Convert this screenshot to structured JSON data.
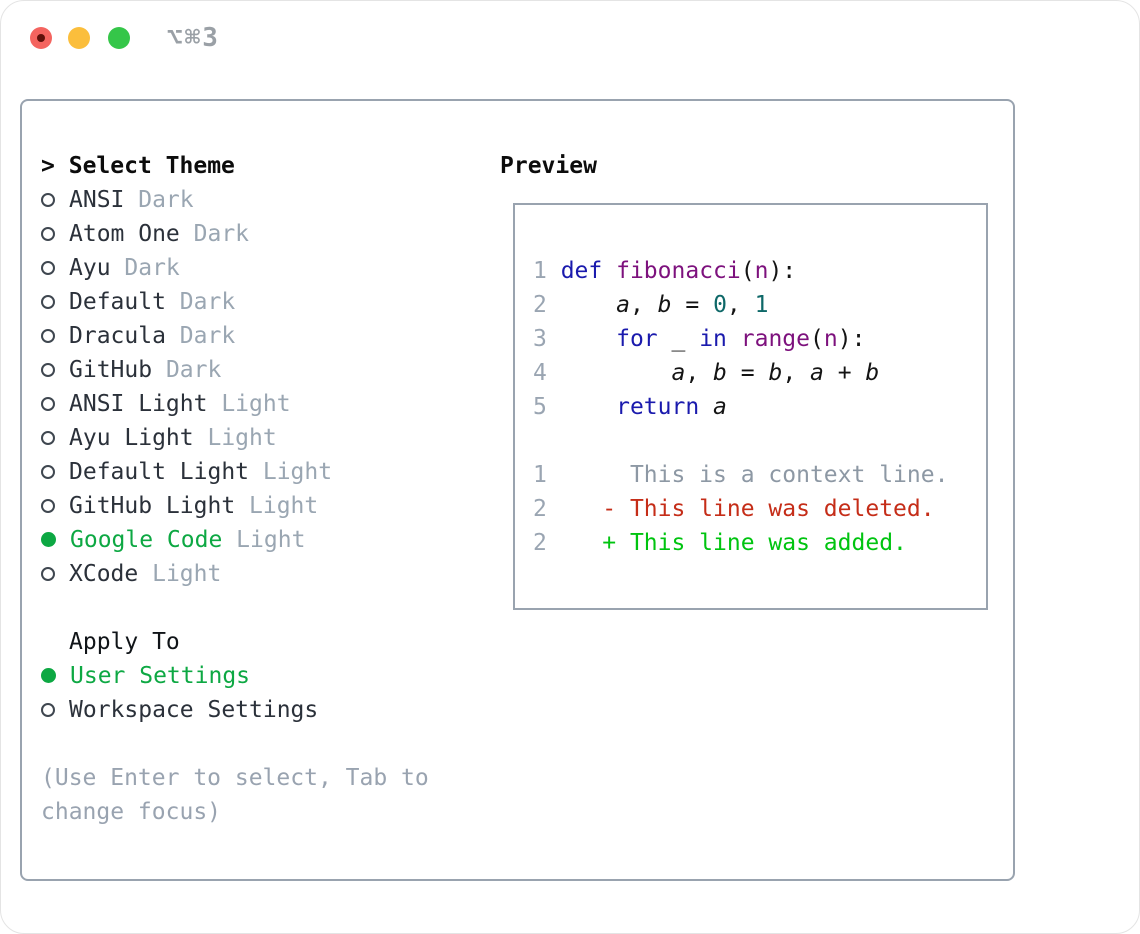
{
  "window": {
    "title": "⌥⌘3"
  },
  "theme_panel": {
    "header": {
      "cursor": ">",
      "label": "Select Theme"
    },
    "themes": [
      {
        "name": "ANSI",
        "variant": "Dark",
        "selected": false
      },
      {
        "name": "Atom One",
        "variant": "Dark",
        "selected": false
      },
      {
        "name": "Ayu",
        "variant": "Dark",
        "selected": false
      },
      {
        "name": "Default",
        "variant": "Dark",
        "selected": false
      },
      {
        "name": "Dracula",
        "variant": "Dark",
        "selected": false
      },
      {
        "name": "GitHub",
        "variant": "Dark",
        "selected": false
      },
      {
        "name": "ANSI Light",
        "variant": "Light",
        "selected": false
      },
      {
        "name": "Ayu Light",
        "variant": "Light",
        "selected": false
      },
      {
        "name": "Default Light",
        "variant": "Light",
        "selected": false
      },
      {
        "name": "GitHub Light",
        "variant": "Light",
        "selected": false
      },
      {
        "name": "Google Code",
        "variant": "Light",
        "selected": true
      },
      {
        "name": "XCode",
        "variant": "Light",
        "selected": false
      }
    ],
    "apply_to": {
      "label": "Apply To",
      "options": [
        {
          "label": "User Settings",
          "selected": true
        },
        {
          "label": "Workspace Settings",
          "selected": false
        }
      ]
    },
    "help_lines": [
      "(Use Enter to select, Tab to",
      "change focus)"
    ]
  },
  "preview": {
    "title": "Preview",
    "code_lines": [
      {
        "num": "1",
        "tokens": [
          {
            "text": "def",
            "style": "kw"
          },
          {
            "text": " ",
            "style": "pln"
          },
          {
            "text": "fibonacci",
            "style": "fn"
          },
          {
            "text": "(",
            "style": "pln"
          },
          {
            "text": "n",
            "style": "fn"
          },
          {
            "text": "):",
            "style": "pln"
          }
        ]
      },
      {
        "num": "2",
        "tokens": [
          {
            "text": "    ",
            "style": "pln"
          },
          {
            "text": "a",
            "style": "var"
          },
          {
            "text": ", ",
            "style": "pln"
          },
          {
            "text": "b",
            "style": "var"
          },
          {
            "text": " = ",
            "style": "pln"
          },
          {
            "text": "0",
            "style": "lit"
          },
          {
            "text": ", ",
            "style": "pln"
          },
          {
            "text": "1",
            "style": "lit"
          }
        ]
      },
      {
        "num": "3",
        "tokens": [
          {
            "text": "    ",
            "style": "pln"
          },
          {
            "text": "for",
            "style": "kw"
          },
          {
            "text": " _ ",
            "style": "pln"
          },
          {
            "text": "in",
            "style": "kw"
          },
          {
            "text": " ",
            "style": "pln"
          },
          {
            "text": "range",
            "style": "fn"
          },
          {
            "text": "(",
            "style": "pln"
          },
          {
            "text": "n",
            "style": "fn"
          },
          {
            "text": "):",
            "style": "pln"
          }
        ]
      },
      {
        "num": "4",
        "tokens": [
          {
            "text": "        ",
            "style": "pln"
          },
          {
            "text": "a",
            "style": "var"
          },
          {
            "text": ", ",
            "style": "pln"
          },
          {
            "text": "b",
            "style": "var"
          },
          {
            "text": " = ",
            "style": "pln"
          },
          {
            "text": "b",
            "style": "var"
          },
          {
            "text": ", ",
            "style": "pln"
          },
          {
            "text": "a",
            "style": "var"
          },
          {
            "text": " + ",
            "style": "pln"
          },
          {
            "text": "b",
            "style": "var"
          }
        ]
      },
      {
        "num": "5",
        "tokens": [
          {
            "text": "    ",
            "style": "pln"
          },
          {
            "text": "return",
            "style": "kw"
          },
          {
            "text": " ",
            "style": "pln"
          },
          {
            "text": "a",
            "style": "var"
          }
        ]
      },
      {
        "num": "",
        "tokens": []
      },
      {
        "num": "1",
        "tokens": [
          {
            "text": "     This is a context line.",
            "style": "ctx"
          }
        ]
      },
      {
        "num": "2",
        "tokens": [
          {
            "text": "   - This line was deleted.",
            "style": "del"
          }
        ]
      },
      {
        "num": "2",
        "tokens": [
          {
            "text": "   + This line was added.",
            "style": "add"
          }
        ]
      }
    ]
  },
  "colors": {
    "accent_green": "#0da843",
    "keyword_blue": "#1a1aad",
    "function_purple": "#7d117d",
    "literal_teal": "#0e6868",
    "context_gray": "#8d98a4",
    "diff_deleted_red": "#c52d18",
    "diff_added_green": "#00c410",
    "muted_gray": "#99a3b0",
    "panel_border": "#99a3af"
  }
}
